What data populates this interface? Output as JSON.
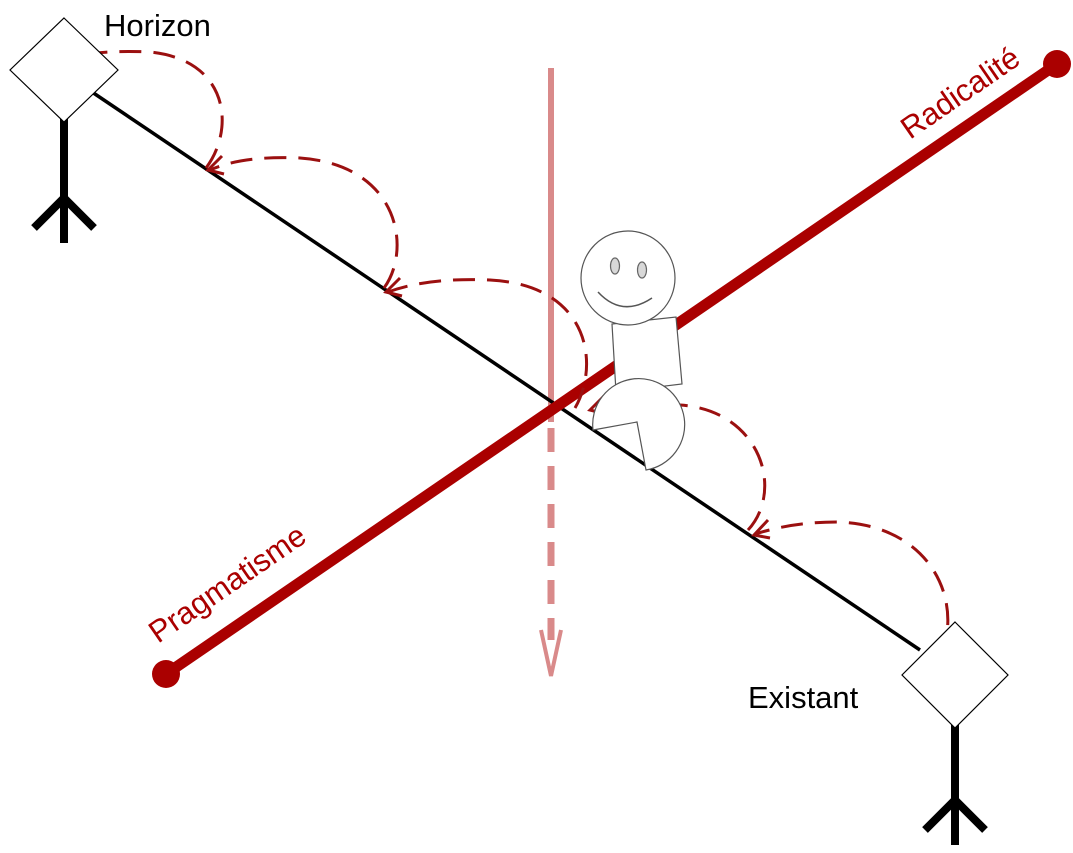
{
  "labels": {
    "horizon": "Horizon",
    "existant": "Existant",
    "radicalite": "Radicalité",
    "pragmatisme": "Pragmatisme"
  },
  "colors": {
    "axis_red": "#aa0000",
    "arc_red": "#9b1010",
    "vertical_pink": "#d98a8a",
    "black": "#000000"
  },
  "icons": {
    "signpost_horizon": "signpost-icon",
    "signpost_existant": "signpost-icon",
    "figure": "smiley-figure-icon"
  }
}
